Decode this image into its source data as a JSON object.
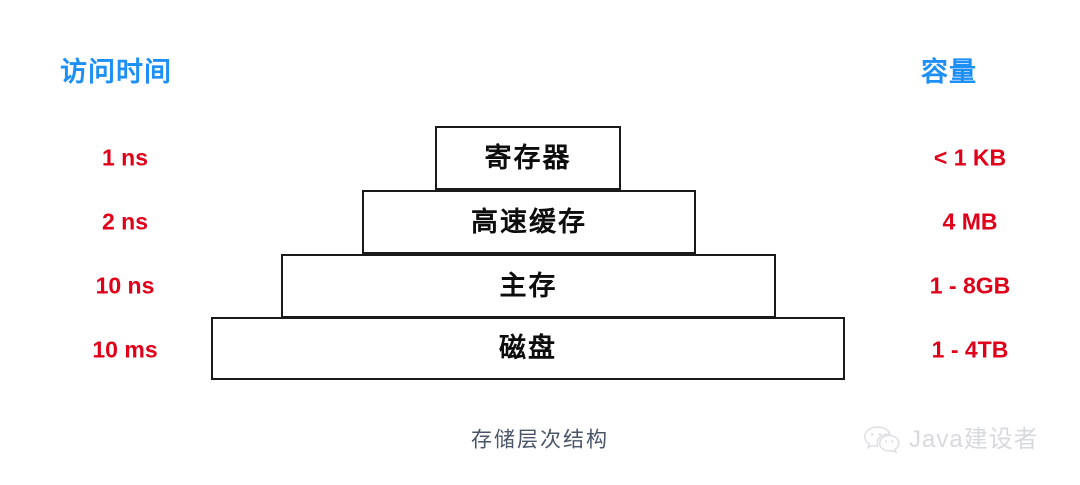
{
  "headers": {
    "left": "访问时间",
    "right": "容量"
  },
  "caption": "存储层次结构",
  "watermark": {
    "icon": "wechat-icon",
    "text": "Java建设者"
  },
  "colors": {
    "header_blue": "#1E90F5",
    "label_red": "#E0001A",
    "tier_border": "#1a1a1a",
    "tier_fill": "#ffffff",
    "caption_gray": "#4A5568",
    "watermark_gray": "#c9cccf",
    "background": "#ffffff"
  },
  "chart_data": {
    "type": "bar",
    "title": "存储层次结构",
    "xlabel": "",
    "ylabel": "",
    "orientation": "pyramid",
    "categories": [
      "寄存器",
      "高速缓存",
      "主存",
      "磁盘"
    ],
    "series": [
      {
        "name": "访问时间",
        "values": [
          "1 ns",
          "2 ns",
          "10 ns",
          "10 ms"
        ]
      },
      {
        "name": "容量",
        "values": [
          "< 1 KB",
          "4 MB",
          "1 - 8GB",
          "1 - 4TB"
        ]
      }
    ],
    "widths": [
      185,
      333,
      494,
      633
    ],
    "legend": "none",
    "grid": false
  },
  "tiers": [
    {
      "name": "寄存器",
      "access_time": "1 ns",
      "capacity": "< 1 KB"
    },
    {
      "name": "高速缓存",
      "access_time": "2 ns",
      "capacity": "4 MB"
    },
    {
      "name": "主存",
      "access_time": "10 ns",
      "capacity": "1 - 8GB"
    },
    {
      "name": "磁盘",
      "access_time": "10 ms",
      "capacity": "1 - 4TB"
    }
  ]
}
